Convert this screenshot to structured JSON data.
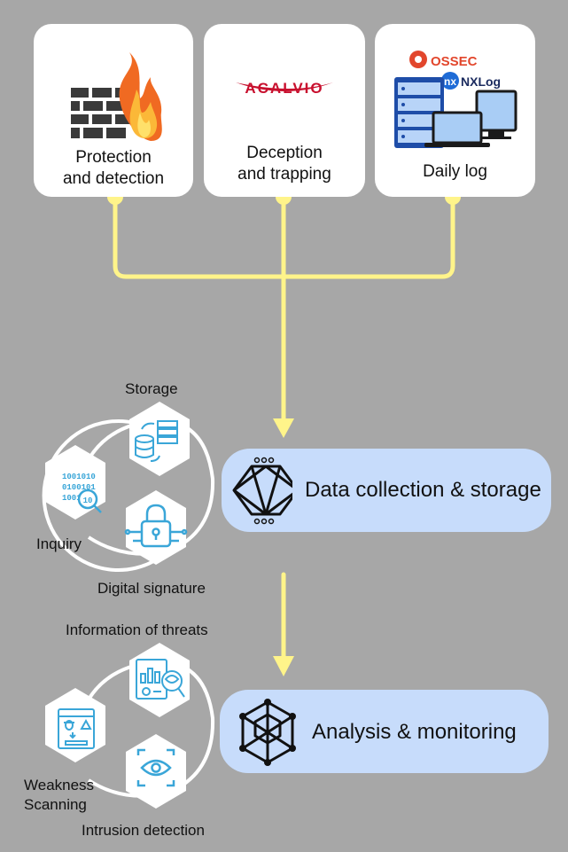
{
  "sources": [
    {
      "label": "Protection and detection",
      "icon": "firewall-icon"
    },
    {
      "label": "Deception and trapping",
      "logo_text": "ACALVIO",
      "icon": "acalvio-logo"
    },
    {
      "label": "Daily log",
      "logo_texts": [
        "OSSEC",
        "NXLog"
      ],
      "icon": "servers-laptop-icon"
    }
  ],
  "stage1": {
    "title": "Data collection & storage",
    "features": [
      {
        "label": "Storage",
        "icon": "database-sync-icon"
      },
      {
        "label": "Inquiry",
        "icon": "binary-search-icon"
      },
      {
        "label": "Digital signature",
        "icon": "lock-circuit-icon"
      }
    ]
  },
  "stage2": {
    "title": "Analysis & monitoring",
    "features": [
      {
        "label": "Information of threats",
        "icon": "threat-report-icon"
      },
      {
        "label": "Weakness Scanning",
        "icon": "bug-scan-icon"
      },
      {
        "label": "Intrusion detection",
        "icon": "eye-scan-icon"
      }
    ]
  },
  "colors": {
    "background": "#a7a7a7",
    "connector": "#fff48a",
    "pill": "#c7dcfb",
    "icon_blue": "#3aa6d8"
  }
}
